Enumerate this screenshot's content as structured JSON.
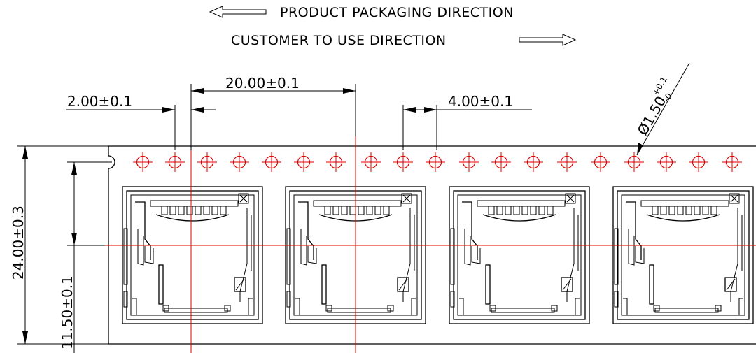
{
  "labels": {
    "packaging_direction": "PRODUCT PACKAGING DIRECTION",
    "customer_direction": "CUSTOMER TO USE DIRECTION"
  },
  "dimensions": {
    "pitch_hole": "2.00±0.1",
    "pitch_pocket": "20.00±0.1",
    "pitch_sprocket": "4.00±0.1",
    "hole_diameter": "Ø1.50",
    "hole_tol_plus": "+0.1",
    "hole_tol_minus": "-0",
    "tape_width": "24.00±0.3",
    "center_offset": "11.50±0.1"
  },
  "colors": {
    "line": "#000000",
    "centerline": "#e00000",
    "background": "#ffffff"
  },
  "counts": {
    "pockets": 4
  }
}
